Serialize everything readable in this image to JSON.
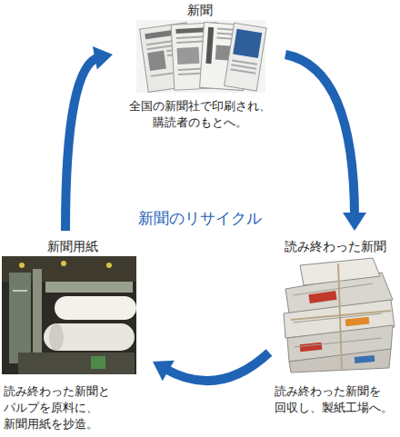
{
  "diagram": {
    "title": "新聞のリサイクル",
    "nodes": [
      {
        "text": [
          "新聞",
          "全国の新聞社で印刷され、 購読者のもとへ。"
        ]
      },
      {
        "text": [
          "読み終わった新聞",
          "読み終わった新聞を 回収し、製紙工場へ。"
        ]
      },
      {
        "text": [
          "新聞用紙",
          "読み終わった新聞と パルプを原料に、 新聞用紙を抄造。"
        ]
      }
    ],
    "edges": [
      {
        "from": 0,
        "to": 1,
        "arrow": "to"
      },
      {
        "from": 1,
        "to": 2,
        "arrow": "to"
      },
      {
        "from": 2,
        "to": 0,
        "arrow": "to"
      }
    ]
  }
}
